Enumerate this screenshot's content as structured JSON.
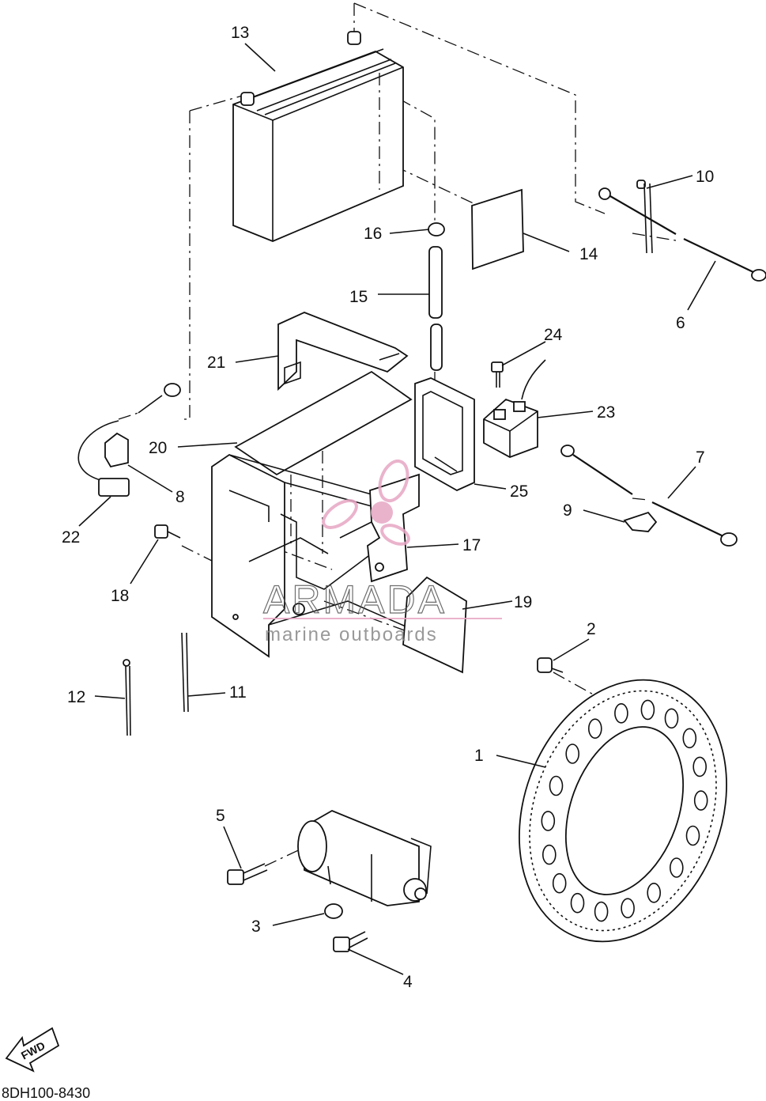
{
  "callouts": [
    {
      "id": "13",
      "text": "13"
    },
    {
      "id": "10",
      "text": "10"
    },
    {
      "id": "16",
      "text": "16"
    },
    {
      "id": "14",
      "text": "14"
    },
    {
      "id": "6",
      "text": "6"
    },
    {
      "id": "15",
      "text": "15"
    },
    {
      "id": "24",
      "text": "24"
    },
    {
      "id": "21",
      "text": "21"
    },
    {
      "id": "23",
      "text": "23"
    },
    {
      "id": "20",
      "text": "20"
    },
    {
      "id": "7",
      "text": "7"
    },
    {
      "id": "8",
      "text": "8"
    },
    {
      "id": "25",
      "text": "25"
    },
    {
      "id": "9",
      "text": "9"
    },
    {
      "id": "22",
      "text": "22"
    },
    {
      "id": "17",
      "text": "17"
    },
    {
      "id": "18",
      "text": "18"
    },
    {
      "id": "19",
      "text": "19"
    },
    {
      "id": "2",
      "text": "2"
    },
    {
      "id": "12",
      "text": "12"
    },
    {
      "id": "11",
      "text": "11"
    },
    {
      "id": "1",
      "text": "1"
    },
    {
      "id": "5",
      "text": "5"
    },
    {
      "id": "3",
      "text": "3"
    },
    {
      "id": "4",
      "text": "4"
    }
  ],
  "diagram_code": "8DH100-8430",
  "fwd_label": "FWD",
  "watermark": {
    "brand": "ARMADA",
    "tagline": "marine outboards",
    "accent_color": "#e7a6c4"
  }
}
